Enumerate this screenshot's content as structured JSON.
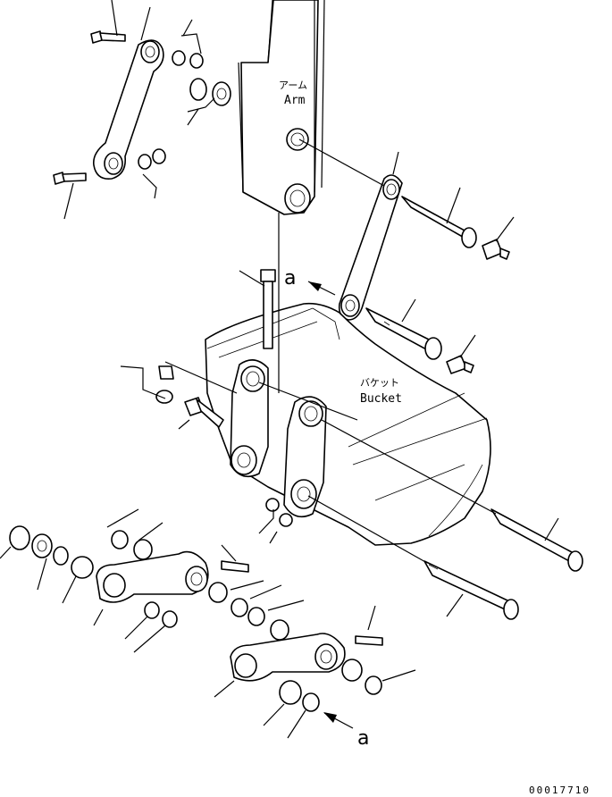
{
  "labels": {
    "arm_jp": "アーム",
    "arm_en": "Arm",
    "bucket_jp": "バケット",
    "bucket_en": "Bucket",
    "ref_a_top": "a",
    "ref_a_bottom": "a",
    "drawing_number": "00017710"
  }
}
